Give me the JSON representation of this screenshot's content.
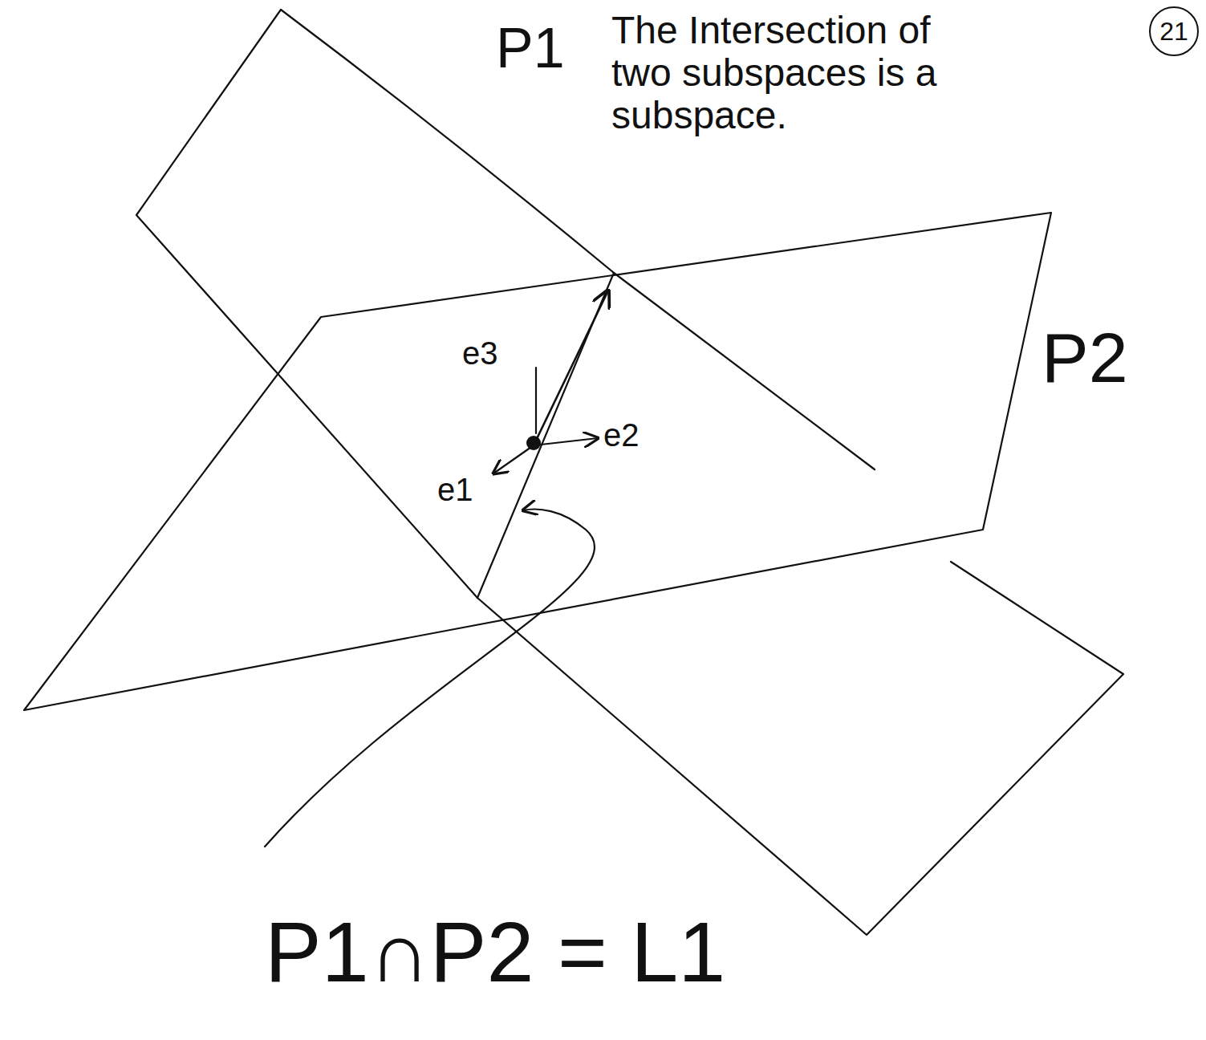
{
  "diagram": {
    "title": "The Intersection of two subspaces is a subspace.",
    "nodes": [
      {
        "text": [
          "21"
        ]
      }
    ],
    "labels": [
      "P1",
      "P2",
      "e3",
      "e2",
      "e1",
      "P1∩P2 = L1"
    ]
  }
}
